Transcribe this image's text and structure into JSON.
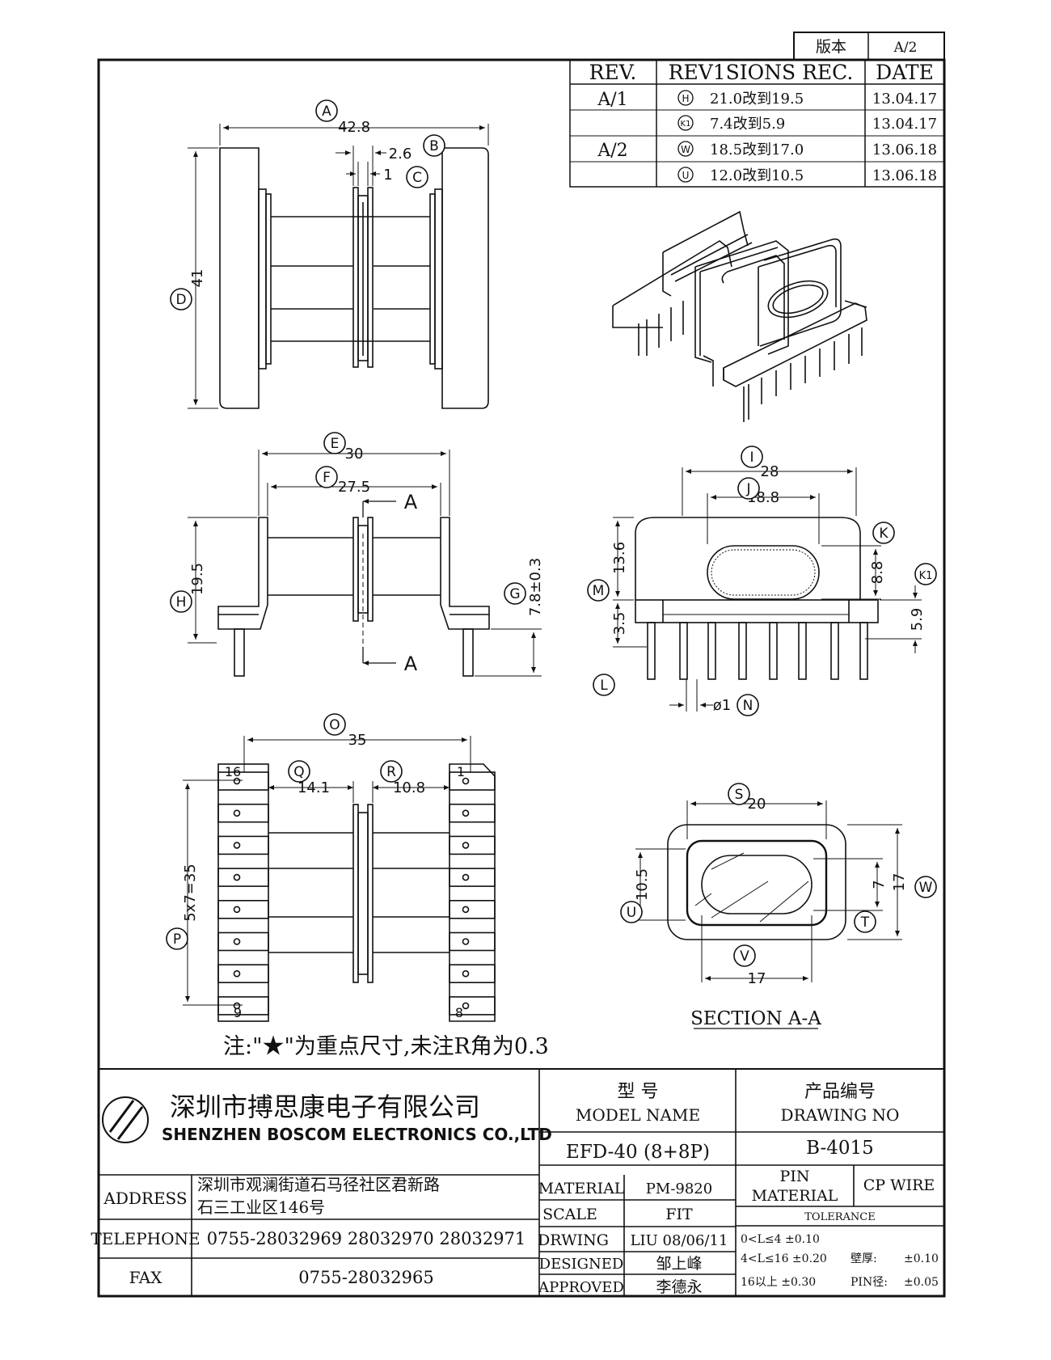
{
  "version_box": {
    "label": "版本",
    "value": "A/2"
  },
  "revisions": {
    "headers": [
      "REV.",
      "REV1SIONS REC.",
      "DATE"
    ],
    "rows": [
      {
        "rev": "A/1",
        "mark": "H",
        "text": "21.0改到19.5",
        "date": "13.04.17"
      },
      {
        "rev": "",
        "mark": "K1",
        "text": "7.4改到5.9",
        "date": "13.04.17"
      },
      {
        "rev": "A/2",
        "mark": "W",
        "text": "18.5改到17.0",
        "date": "13.06.18"
      },
      {
        "rev": "",
        "mark": "U",
        "text": "12.0改到10.5",
        "date": "13.06.18"
      }
    ]
  },
  "top_view": {
    "A": "42.8",
    "B": "2.6",
    "C": "1",
    "D": "41"
  },
  "side_view": {
    "E": "30",
    "F": "27.5",
    "H": "19.5",
    "G": "7.8±0.3",
    "section": "A"
  },
  "end_view": {
    "I": "28",
    "J": "18.8",
    "M": "13.6",
    "K": "8.8",
    "K1": "5.9",
    "L": "3.5",
    "N": "ø1"
  },
  "bottom_view": {
    "O": "35",
    "Q": "14.1",
    "R": "10.8",
    "P": "5x7=35",
    "pin16": "16",
    "pin1": "1",
    "pin9": "9",
    "pin8": "8"
  },
  "section_view": {
    "S": "20",
    "U": "10.5",
    "T": "7",
    "W": "17",
    "V": "17",
    "title": "SECTION A-A"
  },
  "labels": {
    "A": "A",
    "B": "B",
    "C": "C",
    "D": "D",
    "E": "E",
    "F": "F",
    "G": "G",
    "H": "H",
    "I": "I",
    "J": "J",
    "K": "K",
    "K1": "K1",
    "L": "L",
    "M": "M",
    "N": "N",
    "O": "O",
    "P": "P",
    "Q": "Q",
    "R": "R",
    "S": "S",
    "T": "T",
    "U": "U",
    "V": "V",
    "W": "W"
  },
  "note": "注:\"★\"为重点尺寸,未注R角为0.3",
  "title_block": {
    "company_cn": "深圳市搏思康电子有限公司",
    "company_en": "SHENZHEN BOSCOM ELECTRONICS CO.,LTD",
    "model_name_cn": "型 号",
    "model_name_en": "MODEL NAME",
    "drawing_no_cn": "产品编号",
    "drawing_no_en": "DRAWING NO",
    "model_value": "EFD-40 (8+8P)",
    "drawing_value": "B-4015",
    "address_label": "ADDRESS",
    "address_line1": "深圳市观澜街道石马径社区君新路",
    "address_line2": "石三工业区146号",
    "telephone_label": "TELEPHONE",
    "telephone_value": "0755-28032969 28032970 28032971",
    "fax_label": "FAX",
    "fax_value": "0755-28032965",
    "material_label": "MATERIAL",
    "material_value": "PM-9820",
    "scale_label": "SCALE",
    "scale_value": "FIT",
    "drwing_label": "DRWING",
    "drwing_value": "LIU 08/06/11",
    "designed_label": "DESIGNED",
    "designed_value": "邹上峰",
    "approved_label": "APPROVED",
    "approved_value": "李德永",
    "pin_material_label1": "PIN",
    "pin_material_label2": "MATERIAL",
    "pin_material_value": "CP WIRE",
    "tolerance_label": "TOLERANCE",
    "tol1": "0<L≤4  ±0.10",
    "tol2": "4<L≤16 ±0.20",
    "tol3": "16以上   ±0.30",
    "wall_label": "壁厚:",
    "wall_value": "±0.10",
    "pin_dia_label": "PIN径:",
    "pin_dia_value": "±0.05"
  }
}
